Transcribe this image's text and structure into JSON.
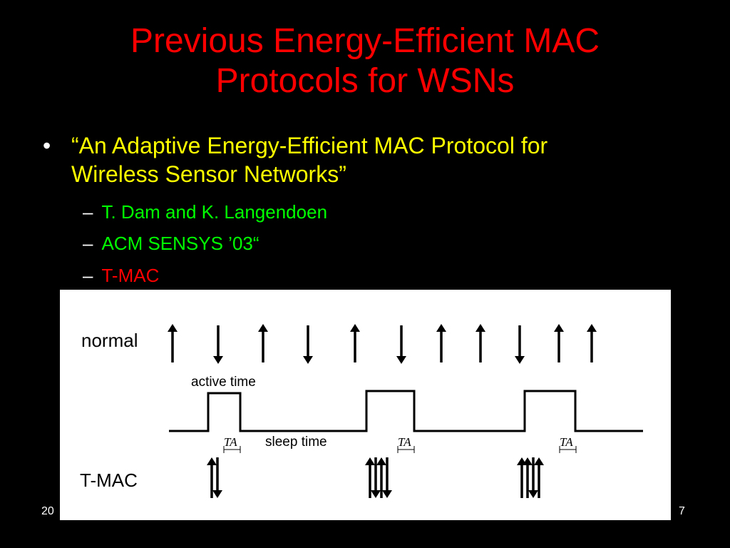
{
  "colors": {
    "background": "#000000",
    "title": "#FF0000",
    "bullet_text": "#FFFF00",
    "sub_author": "#00FF00",
    "sub_venue": "#00FF00",
    "sub_protocol": "#FF0000",
    "bullet_marker": "#FFFFFF"
  },
  "title": {
    "line1": "Previous Energy-Efficient MAC",
    "line2": "Protocols for WSNs"
  },
  "bullet": {
    "marker": "•",
    "line1": "“An Adaptive Energy-Efficient MAC Protocol for",
    "line2": "Wireless Sensor Networks”"
  },
  "subitems": [
    {
      "dash": "–",
      "text": "T. Dam and K. Langendoen"
    },
    {
      "dash": "–",
      "text": "ACM SENSYS ’03“"
    },
    {
      "dash": "–",
      "text": "T-MAC"
    }
  ],
  "figure": {
    "label_normal": "normal",
    "label_tmac": "T-MAC",
    "label_active": "active time",
    "label_sleep": "sleep time",
    "label_ta": "TA",
    "normal_arrows": [
      "up",
      "down",
      "up",
      "down",
      "up",
      "down",
      "up",
      "up",
      "down",
      "up",
      "up"
    ],
    "tmac_groups": [
      [
        "up",
        "down"
      ],
      [
        "up",
        "down",
        "up",
        "down"
      ],
      [
        "up",
        "up",
        "down",
        "up"
      ]
    ]
  },
  "footer": {
    "left": "20",
    "page_number": "7"
  }
}
